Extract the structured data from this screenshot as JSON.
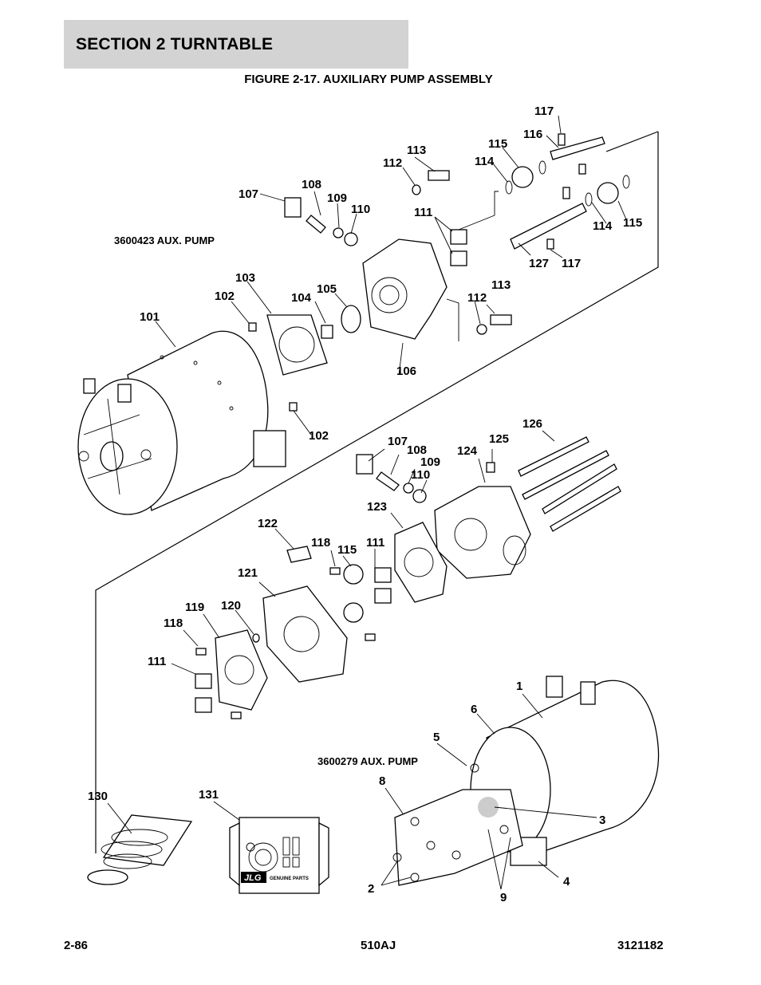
{
  "header": {
    "section_title": "SECTION 2   TURNTABLE"
  },
  "figure": {
    "title": "FIGURE 2-17. AUXILIARY PUMP ASSEMBLY"
  },
  "assemblies": {
    "upper_caption": "3600423 AUX. PUMP",
    "lower_caption": "3600279 AUX. PUMP"
  },
  "callouts": {
    "c117a": "117",
    "c116": "116",
    "c115a": "115",
    "c113a": "113",
    "c114a": "114",
    "c112a": "112",
    "c107a": "107",
    "c108a": "108",
    "c109a": "109",
    "c110a": "110",
    "c111a": "111",
    "c114b": "114",
    "c115b": "115",
    "c127": "127",
    "c117b": "117",
    "c103": "103",
    "c102a": "102",
    "c104": "104",
    "c105": "105",
    "c113b": "113",
    "c112b": "112",
    "c101": "101",
    "c106": "106",
    "c102b": "102",
    "c126": "126",
    "c107b": "107",
    "c108b": "108",
    "c125": "125",
    "c124": "124",
    "c109b": "109",
    "c110b": "110",
    "c123": "123",
    "c122": "122",
    "c118a": "118",
    "c115c": "115",
    "c111b": "111",
    "c121": "121",
    "c119": "119",
    "c120": "120",
    "c118b": "118",
    "c111c": "111",
    "c1": "1",
    "c6": "6",
    "c5": "5",
    "c8": "8",
    "c3": "3",
    "c4": "4",
    "c2": "2",
    "c9": "9",
    "c130": "130",
    "c131": "131"
  },
  "kit_label": "GENUINE PARTS",
  "kit_logo": "JLG",
  "footer": {
    "page_number": "2-86",
    "model": "510AJ",
    "doc_number": "3121182"
  }
}
